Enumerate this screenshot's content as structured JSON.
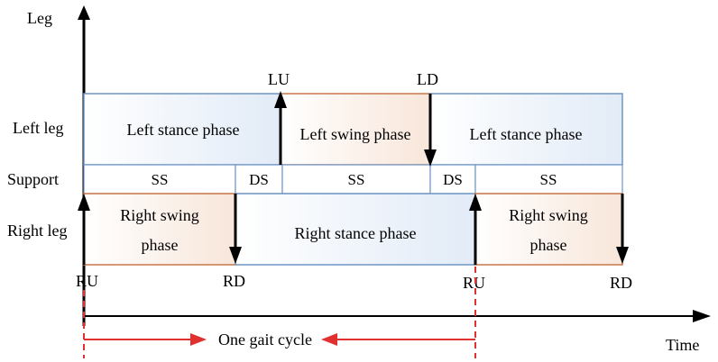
{
  "axes": {
    "y_label": "Leg",
    "x_label": "Time"
  },
  "rows": {
    "left": "Left leg",
    "support": "Support",
    "right": "Right leg"
  },
  "left_leg": {
    "phase_1": "Left stance phase",
    "phase_2": "Left swing phase",
    "phase_3": "Left stance phase"
  },
  "support": {
    "seg_1": "SS",
    "seg_2": "DS",
    "seg_3": "SS",
    "seg_4": "DS",
    "seg_5": "SS"
  },
  "right_leg": {
    "phase_1_line1": "Right swing",
    "phase_1_line2": "phase",
    "phase_2": "Right stance phase",
    "phase_3_line1": "Right swing",
    "phase_3_line2": "phase"
  },
  "events": {
    "lu": "LU",
    "ld": "LD",
    "ru_1": "RU",
    "rd_1": "RD",
    "ru_2": "RU",
    "rd_2": "RD"
  },
  "cycle": {
    "label": "One gait cycle"
  },
  "colors": {
    "stance_fill": "#e6eef8",
    "swing_fill": "#f9e9df",
    "stance_border": "#6f95c4",
    "swing_border": "#c9774a",
    "cycle_arrow": "#e03030"
  }
}
